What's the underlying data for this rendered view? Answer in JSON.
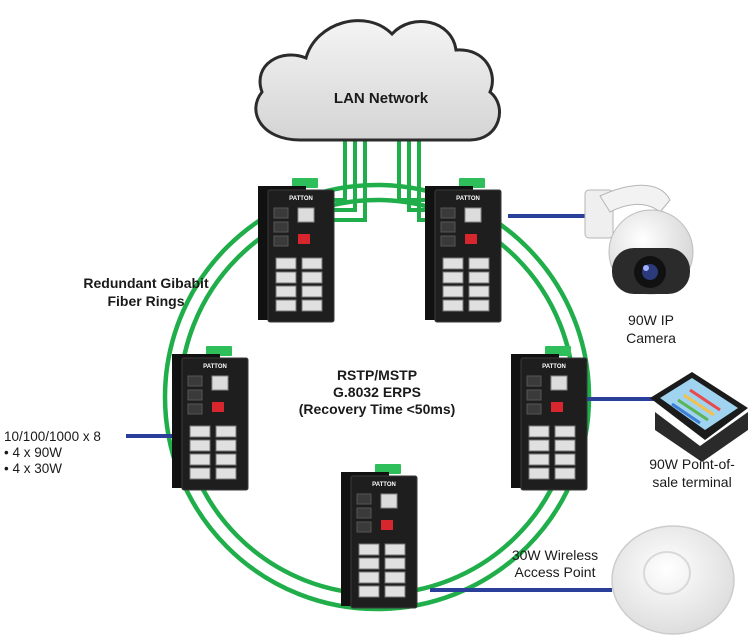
{
  "cloud": {
    "label": "LAN Network"
  },
  "ring_label": "Redundant Gibabit|Fiber Rings",
  "protocol_label": "RSTP/MSTP|G.8032 ERPS|(Recovery Time <50ms)",
  "switch_brand": "PATTON",
  "left_port_label": "10/100/1000 x 8|• 4 x 90W|• 4 x 30W",
  "devices": {
    "camera": "90W IP|Camera",
    "pos": "90W Point-of-|sale terminal",
    "ap": "30W Wireless|Access Point"
  },
  "colors": {
    "fiber": "#1fae4a",
    "copper": "#2a3f9a",
    "cloud_fill": "#e6e6e6",
    "switch_body": "#1e1e1e",
    "terminal_green": "#2fbf5a"
  }
}
